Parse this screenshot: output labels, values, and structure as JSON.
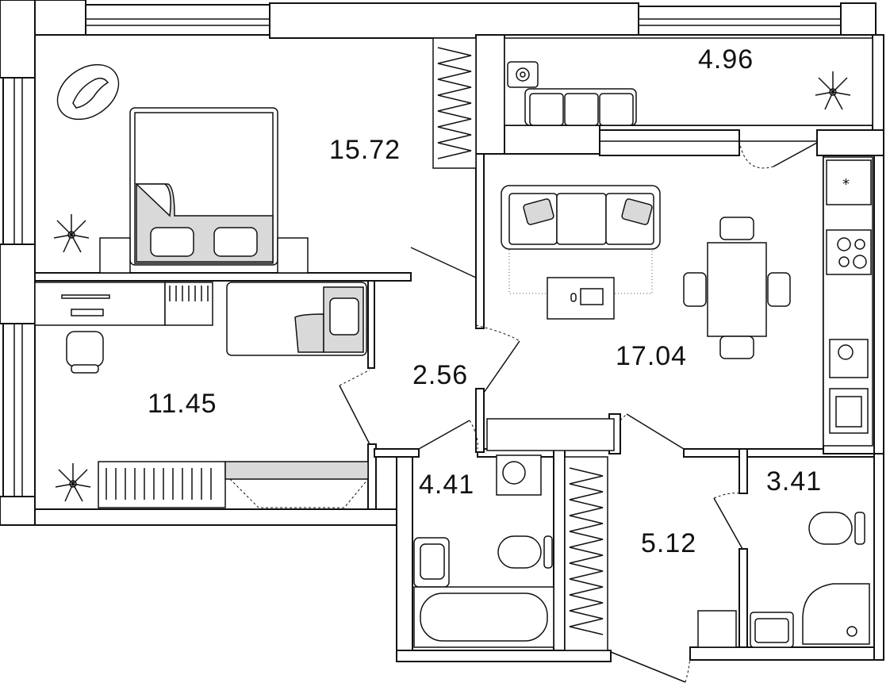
{
  "rooms": [
    {
      "id": "bedroom-large",
      "area": "15.72"
    },
    {
      "id": "loggia",
      "area": "4.96"
    },
    {
      "id": "living-kitchen",
      "area": "17.04"
    },
    {
      "id": "bedroom-small",
      "area": "11.45"
    },
    {
      "id": "hall-small",
      "area": "2.56"
    },
    {
      "id": "bathroom",
      "area": "4.41"
    },
    {
      "id": "hallway",
      "area": "5.12"
    },
    {
      "id": "toilet-shower",
      "area": "3.41"
    }
  ],
  "icons": [
    "bed-icon",
    "rug-cat-icon",
    "plant-icon",
    "wardrobe-icon",
    "sofa-icon",
    "dining-table-icon",
    "chair-icon",
    "laptop-icon",
    "stove-icon",
    "sink-icon",
    "fridge-icon",
    "washing-machine-icon",
    "toilet-icon",
    "bathtub-icon",
    "shower-icon",
    "desk-icon",
    "office-chair-icon"
  ]
}
